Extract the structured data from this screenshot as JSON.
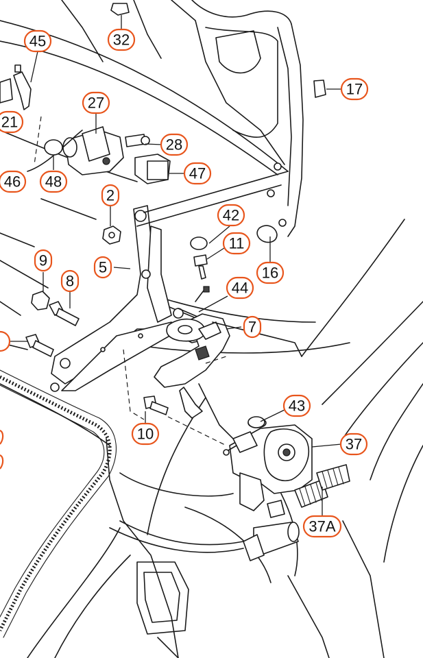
{
  "callouts": [
    {
      "label": "32"
    },
    {
      "label": "45"
    },
    {
      "label": "17"
    },
    {
      "label": "21"
    },
    {
      "label": "27"
    },
    {
      "label": "28"
    },
    {
      "label": "47"
    },
    {
      "label": "46"
    },
    {
      "label": "48"
    },
    {
      "label": "2"
    },
    {
      "label": "42"
    },
    {
      "label": "11"
    },
    {
      "label": "16"
    },
    {
      "label": "5"
    },
    {
      "label": "9"
    },
    {
      "label": "8"
    },
    {
      "label": "44"
    },
    {
      "label": "7"
    },
    {
      "label": "43"
    },
    {
      "label": "37"
    },
    {
      "label": "10"
    },
    {
      "label": "37A"
    }
  ],
  "colors": {
    "callout_border": "#e8551c",
    "line": "#1a1a1a",
    "background": "#ffffff"
  }
}
